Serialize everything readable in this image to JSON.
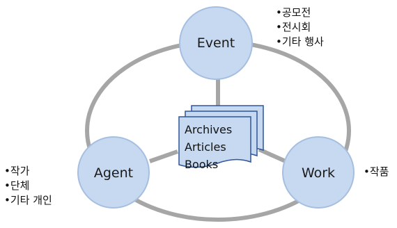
{
  "colors": {
    "ring": "#a6a6a6",
    "node_fill": "#c6d9f1",
    "node_stroke": "#a6bfe0",
    "doc_fill": "#c6d9f1",
    "doc_stroke": "#2f5597"
  },
  "nodes": {
    "event": {
      "label": "Event"
    },
    "agent": {
      "label": "Agent"
    },
    "work": {
      "label": "Work"
    }
  },
  "bullets": {
    "event": [
      "공모전",
      "전시회",
      "기타 행사"
    ],
    "agent": [
      "작가",
      "단체",
      "기타 개인"
    ],
    "work": [
      "작품"
    ]
  },
  "documents": {
    "icon": "document-stack-icon",
    "lines": [
      "Archives",
      "Articles",
      "Books"
    ]
  }
}
